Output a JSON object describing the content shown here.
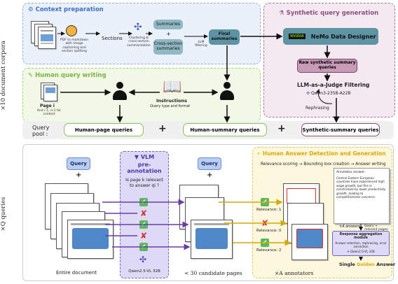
{
  "side_labels": {
    "top": "×10 document corpora",
    "bottom": "×Q queries"
  },
  "context": {
    "title": "Context preparation",
    "pdf_caption": "PDF to markdown with image captioning and section splitting",
    "sections": "Sections",
    "cluster_caption": "Clustering & cross-section summarization",
    "summaries": "Summaries",
    "cross_section": "Cross-section summaries",
    "llm_filtering": "LLM filtering",
    "final_summaries": "Final summaries"
  },
  "human_writing": {
    "title": "Human query writing",
    "page_label": "Page i",
    "page_context": "And i-1, i+1 for context",
    "instructions": "Instructions",
    "instructions_sub": "Query type and format"
  },
  "synthetic": {
    "title": "Synthetic query generation",
    "nemo": "NeMo Data Designer",
    "nvidia": "NVIDIA",
    "raw": "Raw synthetic summary queries",
    "judge": "LLM-as-a-Judge Filtering",
    "model": "Qwen3-235B-A22B",
    "rephrasing": "Rephrasing"
  },
  "query_pool": {
    "label": "Query pool :",
    "human_page": "Human-page queries",
    "human_summary": "Human-summary queries",
    "synthetic_summary": "Synthetic-summary queries",
    "plus": "+"
  },
  "bottom": {
    "query": "Query",
    "query2": "Query",
    "plus": "+",
    "entire_document": "Entire document",
    "vlm_title": "VLM",
    "vlm_title2": "pre-annotation",
    "vlm_question": "Is page k relevant to answer qi ?",
    "vlm_model": "Qwen2.5-VL 32B",
    "candidate_pages": "< 30 candidate pages",
    "annotators": "×A annotators"
  },
  "answer": {
    "title": "Human Answer Detection and Generation",
    "pipeline": "Relevance scoring → Bounding box creation → Answer writing",
    "relevance1": "Relevance: 1",
    "relevance0": "Relevance: 0",
    "relevance2": "Relevance: 2",
    "annotator_answer_title": "Annotator answer:",
    "annotator_answer": "Central Eastern European countries have experienced high wage growth, but this is constrained by lower productivity growth, leading to competitiveness concerns.",
    "xa_answers": "×A answers",
    "query_plus": "Query + relevant pages",
    "aggregation_title": "Response aggregation module",
    "aggregation_desc": "Answer selection, rephrasing, error correction",
    "aggregation_model": "Qwen2.5-VL 32B",
    "single": "Single",
    "golden": "Golden",
    "answer": "Answer"
  },
  "colors": {
    "accent_blue": "#3d6fc4",
    "accent_green": "#7cb342",
    "accent_purple": "#8e4f7e",
    "accent_yellow": "#e0a800",
    "vlm_violet": "#4a3aa8"
  }
}
